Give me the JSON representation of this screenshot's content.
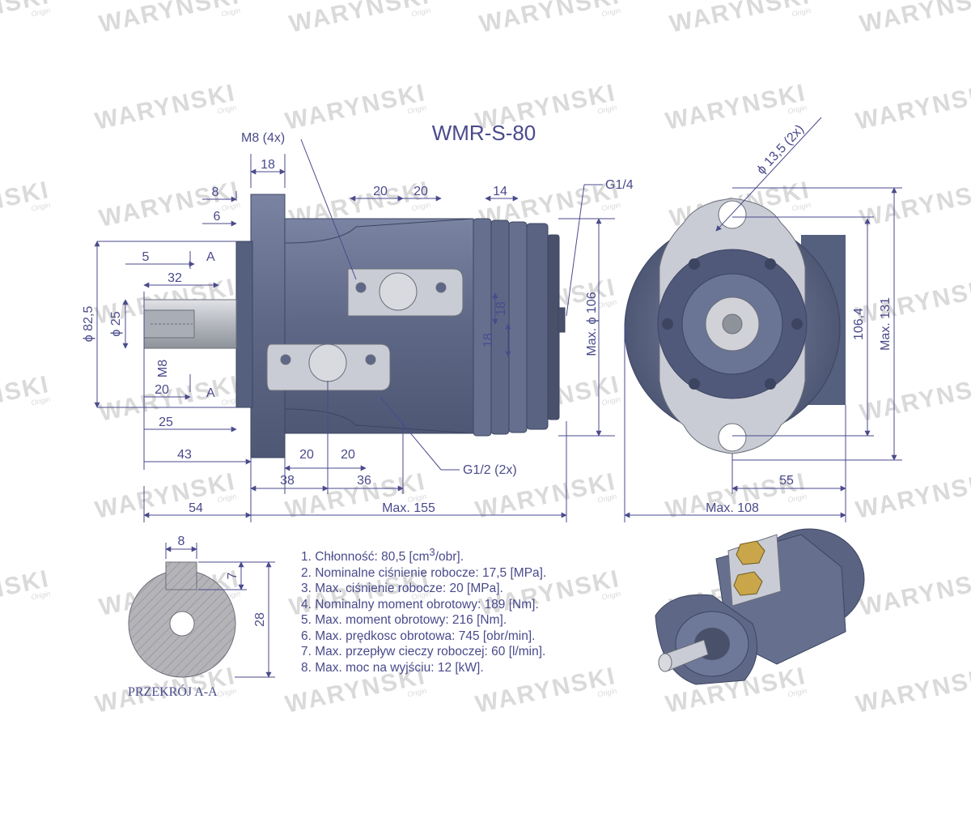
{
  "title": "WMR-S-80",
  "watermark": {
    "brand": "WARYNSKI",
    "sub": "Origin"
  },
  "colors": {
    "line": "#4a4a8c",
    "body": "#626c8a",
    "body_dark": "#4a5470",
    "flange": "#c9ccd4",
    "shaft": "#b9bcc4"
  },
  "labels": {
    "m8_4x": "M8 (4x)",
    "g14": "G1/4",
    "g12": "G1/2 (2x)",
    "d135": "ϕ 13,5 (2x)",
    "section_A": "A",
    "m8": "M8",
    "section_caption": "PRZEKRÓJ A-A"
  },
  "side_dims": {
    "d18": "18",
    "d8": "8",
    "d6": "6",
    "d5": "5",
    "d32": "32",
    "d20a": "20",
    "d20b": "20",
    "d14": "14",
    "d20c": "20",
    "d25": "25",
    "d43": "43",
    "d20d": "20",
    "d20e": "20",
    "d38": "38",
    "d36": "36",
    "d54": "54",
    "dmax155": "Max. 155",
    "phi825": "ϕ 82,5",
    "phi25": "ϕ 25",
    "v18a": "18",
    "v18b": "18",
    "maxphi106": "Max. ϕ 106"
  },
  "front_dims": {
    "d1064": "106,4",
    "max131": "Max. 131",
    "d55": "55",
    "max108": "Max. 108"
  },
  "section_dims": {
    "d8": "8",
    "d7": "7",
    "d28": "28"
  },
  "specs": [
    {
      "pre": "1. Chłonność: 80,5 [cm",
      "sup": "3",
      "post": "/obr]."
    },
    {
      "pre": "2. Nominalne ciśnienie robocze: 17,5 [MPa].",
      "sup": "",
      "post": ""
    },
    {
      "pre": "3. Max. ciśnienie robocze: 20 [MPa].",
      "sup": "",
      "post": ""
    },
    {
      "pre": "4. Nominalny moment obrotowy: 189 [Nm].",
      "sup": "",
      "post": ""
    },
    {
      "pre": "5. Max. moment obrotowy: 216 [Nm].",
      "sup": "",
      "post": ""
    },
    {
      "pre": "6. Max. prędkosc obrotowa: 745 [obr/min].",
      "sup": "",
      "post": ""
    },
    {
      "pre": "7. Max. przepływ cieczy roboczej: 60 [l/min].",
      "sup": "",
      "post": ""
    },
    {
      "pre": "8. Max. moc na wyjściu: 12 [kW].",
      "sup": "",
      "post": ""
    }
  ]
}
